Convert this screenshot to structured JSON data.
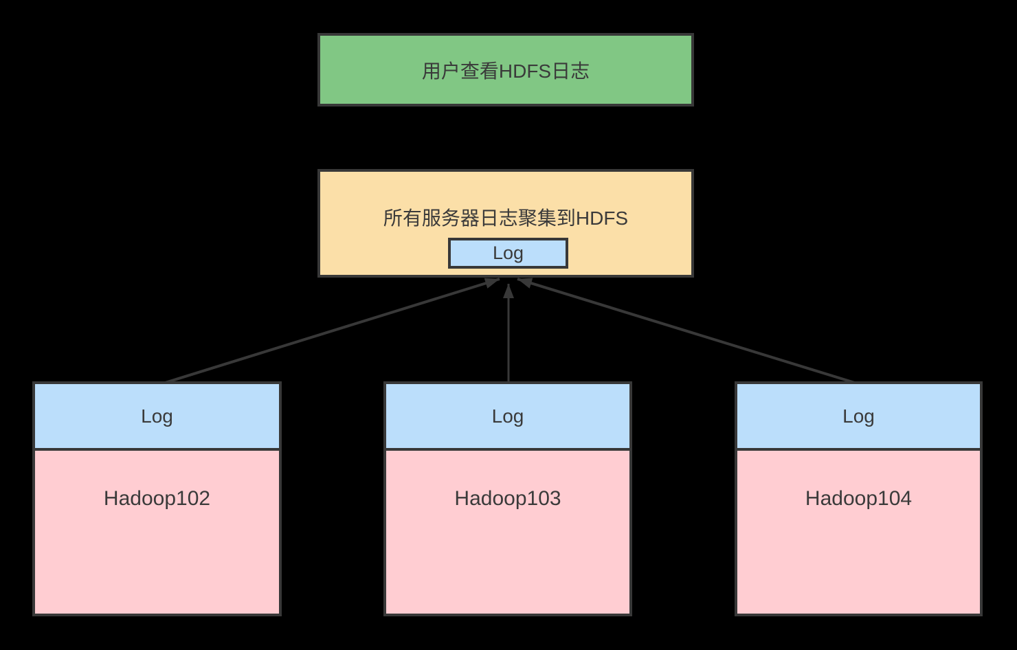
{
  "colors": {
    "background": "#000000",
    "border": "#383838",
    "green": "#81C784",
    "orange": "#FBDFA8",
    "blue": "#BBDEFB",
    "pink": "#FFCDD2",
    "text": "#3A3A3A",
    "arrow": "#383838"
  },
  "diagram": {
    "top_box": {
      "label": "用户查看HDFS日志"
    },
    "middle_box": {
      "label": "所有服务器日志聚集到HDFS",
      "log_label": "Log"
    },
    "servers": [
      {
        "header": "Log",
        "name": "Hadoop102"
      },
      {
        "header": "Log",
        "name": "Hadoop103"
      },
      {
        "header": "Log",
        "name": "Hadoop104"
      }
    ],
    "edges": [
      {
        "from": "Hadoop102",
        "to": "所有服务器日志聚集到HDFS"
      },
      {
        "from": "Hadoop103",
        "to": "所有服务器日志聚集到HDFS"
      },
      {
        "from": "Hadoop104",
        "to": "所有服务器日志聚集到HDFS"
      }
    ]
  }
}
